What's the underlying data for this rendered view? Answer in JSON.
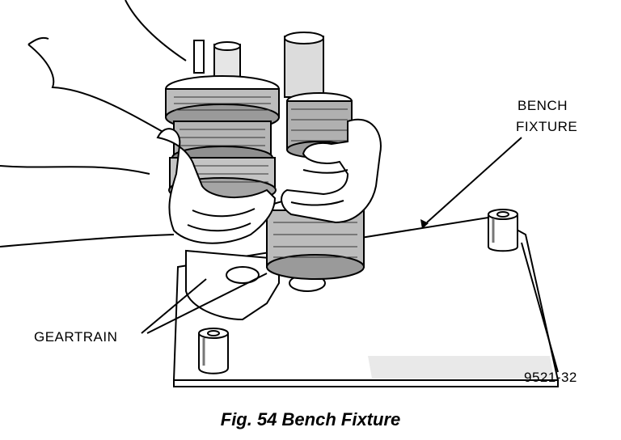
{
  "labels": {
    "bench_fixture_line1": "BENCH",
    "bench_fixture_line2": "FIXTURE",
    "geartrain": "GEARTRAIN",
    "part_number": "9521-32"
  },
  "caption": "Fig. 54 Bench Fixture",
  "colors": {
    "ink": "#000000",
    "paper": "#ffffff"
  }
}
